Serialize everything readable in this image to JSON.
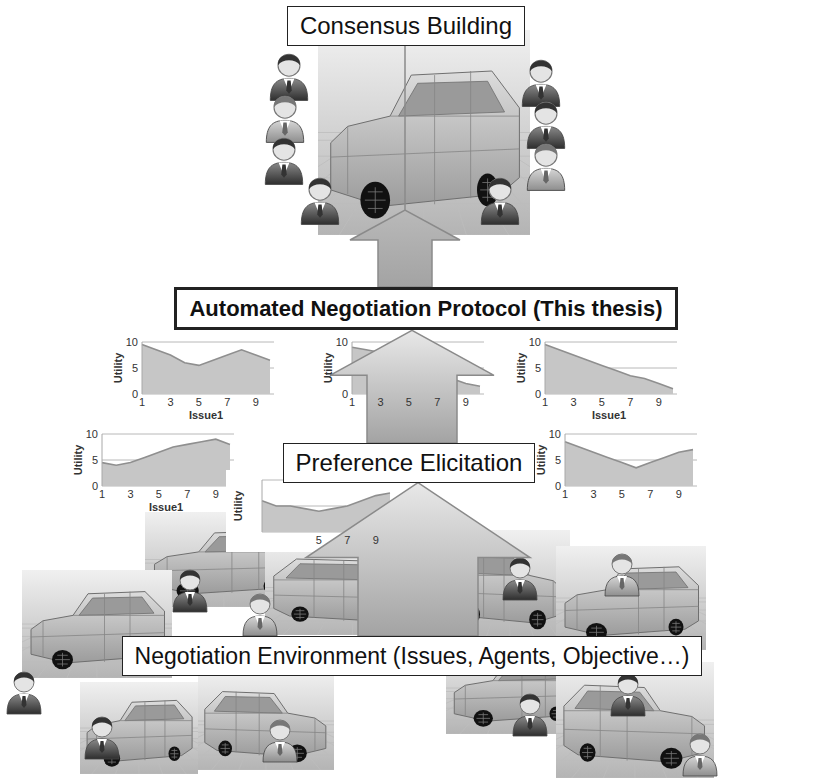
{
  "diagram": {
    "nodes": [
      {
        "text": [
          "Consensus Building"
        ]
      },
      {
        "text": [
          "Automated Negotiation Protocol (This thesis)"
        ]
      },
      {
        "text": [
          "Preference Elicitation"
        ]
      },
      {
        "text": [
          "Negotiation Environment (Issues, Agents, Objective…)"
        ]
      }
    ],
    "edges": [
      {
        "from": 3,
        "to": 2,
        "arrow": "to"
      },
      {
        "from": 2,
        "to": 1,
        "arrow": "to"
      },
      {
        "from": 1,
        "to": 0,
        "arrow": "to"
      }
    ],
    "labels": [
      "10",
      "5",
      "0",
      "Utility",
      "1",
      "3",
      "5",
      "7",
      "9",
      "Issue1",
      "10",
      "0",
      "Utility",
      "1",
      "3",
      "5",
      "7",
      "9",
      "10",
      "5",
      "0",
      "Utility",
      "1",
      "3",
      "5",
      "7",
      "9",
      "Issue1",
      "10",
      "5",
      "0",
      "Utility",
      "1",
      "3",
      "5",
      "7",
      "9",
      "Issue1",
      "Utility",
      "5",
      "7",
      "9",
      "10",
      "5",
      "0",
      "Utility",
      "1",
      "3",
      "5",
      "7",
      "9"
    ]
  }
}
